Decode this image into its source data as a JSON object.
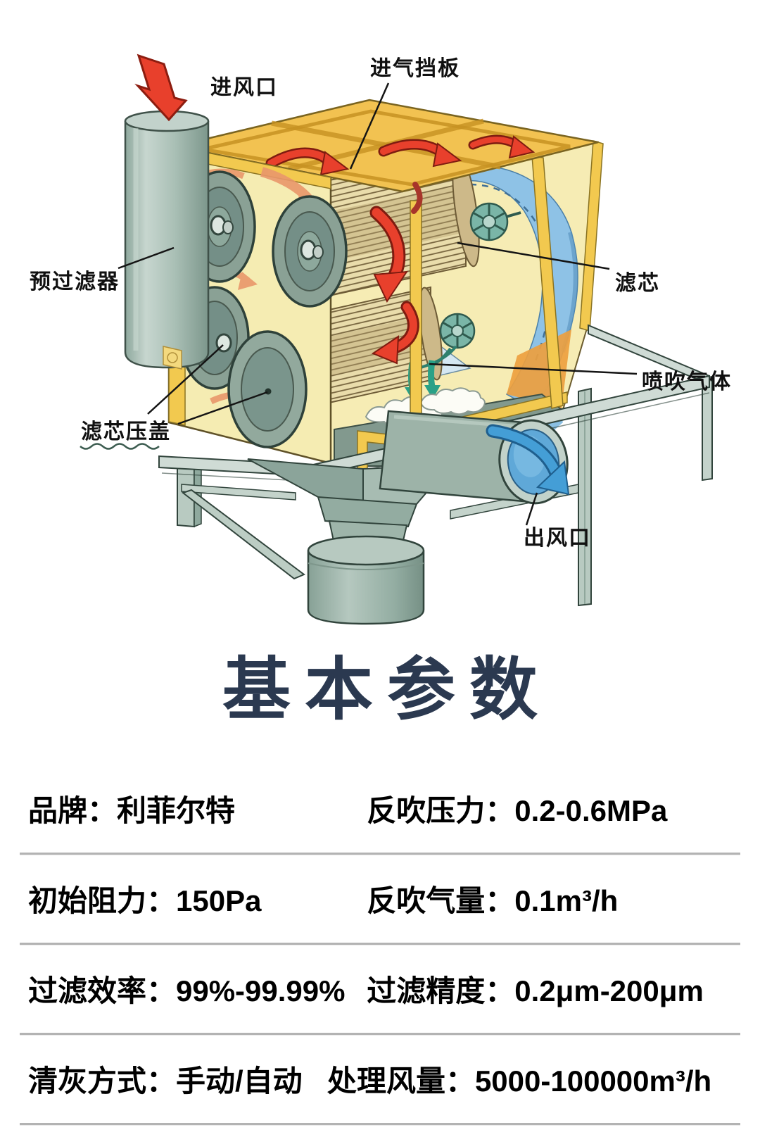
{
  "colors": {
    "title_navy": "#2b3950",
    "frame_yellow": "#f2c94f",
    "panel_pale_yellow": "#f5ecb2",
    "arrow_red": "#e8402c",
    "clean_air_blue": "#8ec2e6",
    "outlet_blue": "#449ed6",
    "metal_green_gray": "#9db3a8",
    "divider_gray": "#b3b3b3",
    "label_black": "#101010"
  },
  "diagram": {
    "labels": {
      "inlet": "进风口",
      "intake_baffle": "进气挡板",
      "pre_filter": "预过滤器",
      "filter_element": "滤芯",
      "pulse_gas": "喷吹气体",
      "filter_cover": "滤芯压盖",
      "outlet": "出风口"
    }
  },
  "section": {
    "title": "基本参数"
  },
  "params": {
    "rows": [
      {
        "left": "品牌：利菲尔特",
        "right": "反吹压力：0.2-0.6MPa"
      },
      {
        "left": "初始阻力：150Pa",
        "right": "反吹气量：0.1m³/h"
      },
      {
        "left": "过滤效率：99%-99.99%",
        "right": "过滤精度：0.2μm-200μm"
      },
      {
        "left": "清灰方式：手动/自动",
        "right": "处理风量：5000-100000m³/h"
      }
    ]
  }
}
